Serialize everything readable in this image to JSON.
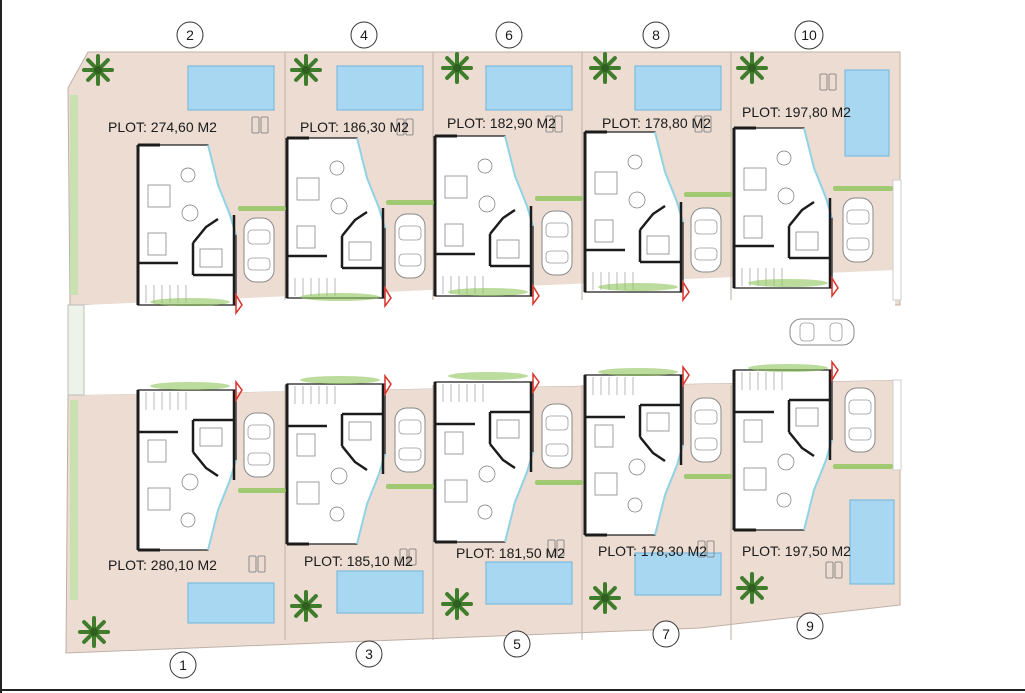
{
  "plots": [
    {
      "number": "1",
      "area": "PLOT: 280,10 M2"
    },
    {
      "number": "2",
      "area": "PLOT: 274,60 M2"
    },
    {
      "number": "3",
      "area": "PLOT: 185,10 M2"
    },
    {
      "number": "4",
      "area": "PLOT: 186,30 M2"
    },
    {
      "number": "5",
      "area": "PLOT: 181,50 M2"
    },
    {
      "number": "6",
      "area": "PLOT: 182,90 M2"
    },
    {
      "number": "7",
      "area": "PLOT: 178,30 M2"
    },
    {
      "number": "8",
      "area": "PLOT: 178,80 M2"
    },
    {
      "number": "9",
      "area": "PLOT: 197,50 M2"
    },
    {
      "number": "10",
      "area": "PLOT: 197,80 M2"
    }
  ],
  "colors": {
    "plot_ground": "#ecdcd2",
    "street": "#ffffff",
    "pool": "#a7d7f1",
    "pool_edge": "#7fbce0",
    "wall": "#1c1c1c",
    "glass": "#8fd3e6",
    "hedge": "#8ec45a",
    "palm": "#3f7d2c",
    "marker": "#d8342c"
  }
}
